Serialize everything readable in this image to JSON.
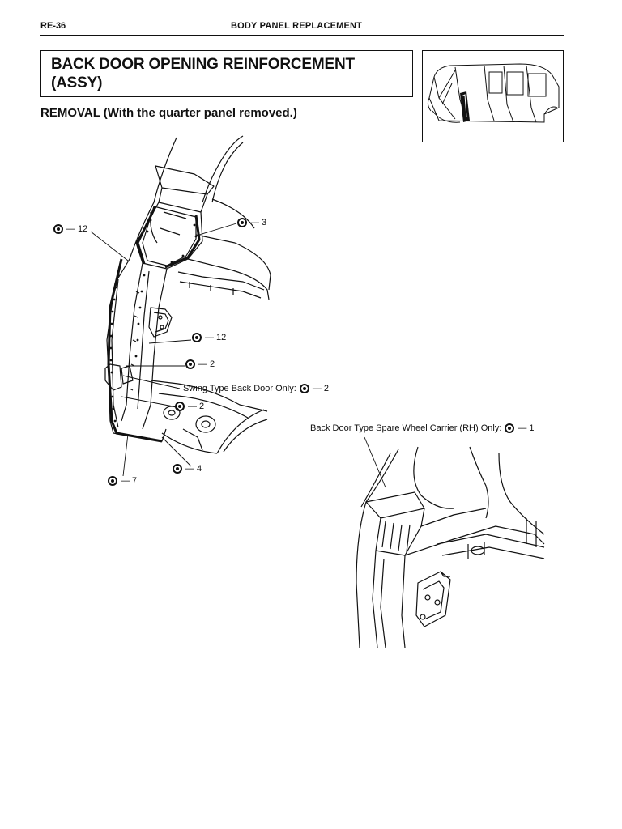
{
  "header": {
    "page_code": "RE-36",
    "section": "BODY PANEL REPLACEMENT"
  },
  "title": {
    "line1": "BACK DOOR OPENING REINFORCEMENT",
    "line2": "(ASSY)"
  },
  "removal_heading": "REMOVAL  (With the quarter panel removed.)",
  "callouts": {
    "c12_top": {
      "count": "12"
    },
    "c3": {
      "count": "3"
    },
    "c12_mid": {
      "count": "12"
    },
    "c2_a": {
      "count": "2"
    },
    "swing": {
      "label": "Swing Type Back Door Only:",
      "count": "2"
    },
    "c2_b": {
      "count": "2"
    },
    "spare": {
      "label": "Back Door Type Spare Wheel Carrier (RH) Only:",
      "count": "1"
    },
    "c4": {
      "count": "4"
    },
    "c7": {
      "count": "7"
    }
  },
  "symbols": {
    "weld_point": "spot-weld-symbol-icon",
    "dash": "—"
  }
}
